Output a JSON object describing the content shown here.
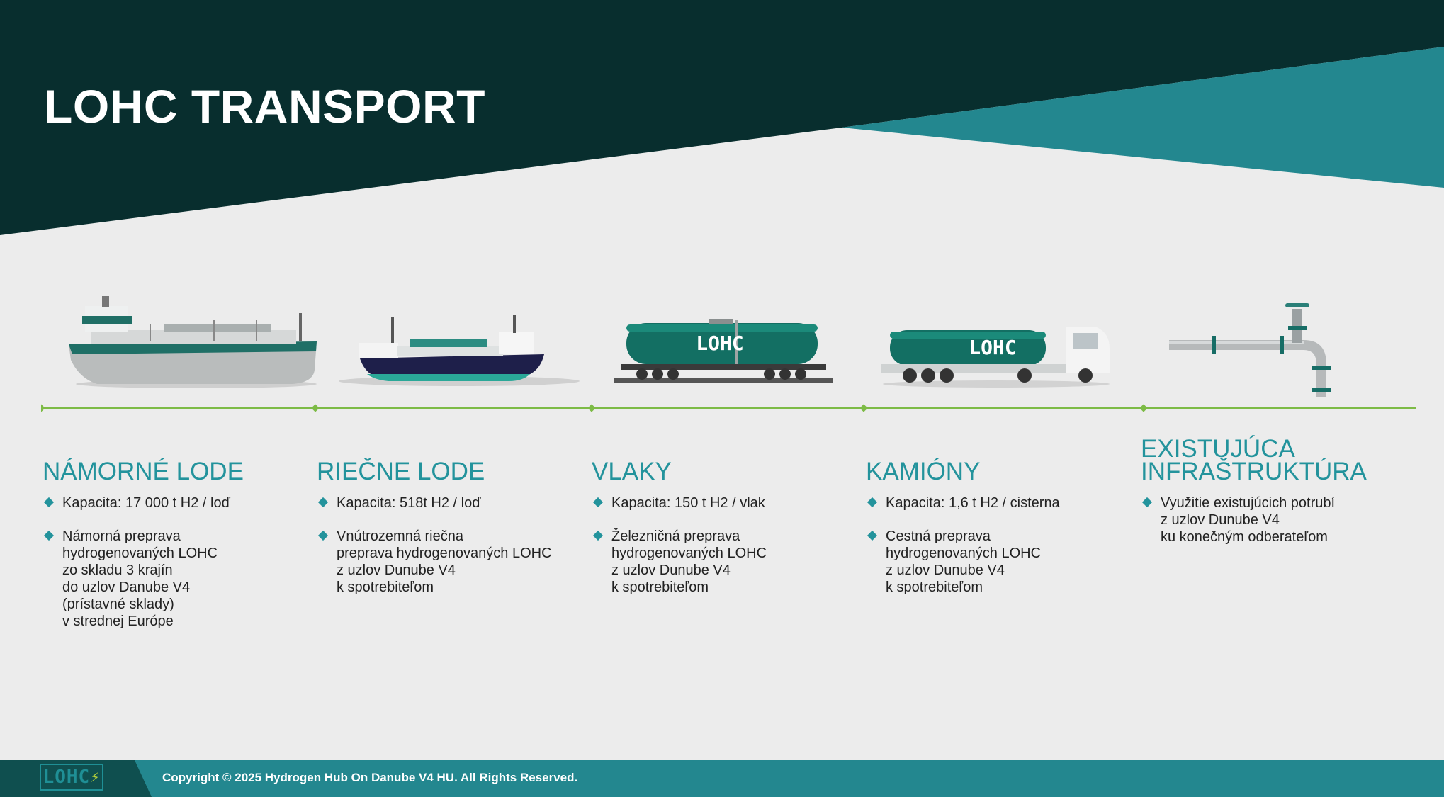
{
  "slide": {
    "title": "LOHC TRANSPORT",
    "colors": {
      "dark_band": "#082e2e",
      "teal_band": "#23878f",
      "background": "#ececec",
      "accent": "#23939c",
      "timeline": "#7dbb46"
    }
  },
  "columns": [
    {
      "heading": "NÁMORNÉ LODE",
      "illustration": "ship-icon",
      "bullets": [
        "Kapacita: 17 000 t H2 / loď",
        "Námorná preprava\nhydrogenovaných LOHC\nzo skladu 3 krajín\ndo uzlov Danube V4\n(prístavné sklady)\nv strednej Európe"
      ]
    },
    {
      "heading": "RIEČNE LODE",
      "illustration": "river-boat-icon",
      "bullets": [
        "Kapacita: 518t H2 / loď",
        "Vnútrozemná riečna\npreprava hydrogenovaných LOHC\nz uzlov Dunube V4\nk spotrebiteľom"
      ]
    },
    {
      "heading": "VLAKY",
      "illustration": "rail-tank-car-icon",
      "bullets": [
        "Kapacita: 150 t H2 / vlak",
        "Železničná preprava\nhydrogenovaných LOHC\nz uzlov Dunube V4\nk spotrebiteľom"
      ]
    },
    {
      "heading": "KAMIÓNY",
      "illustration": "tanker-truck-icon",
      "bullets": [
        "Kapacita: 1,6 t H2 / cisterna",
        "Cestná preprava\nhydrogenovaných LOHC\nz uzlov Dunube V4\nk spotrebiteľom"
      ]
    },
    {
      "heading": "EXISTUJÚCA\nINFRAŠTRUKTÚRA",
      "illustration": "pipeline-valve-icon",
      "bullets": [
        "Využitie existujúcich potrubí\nz uzlov Dunube V4\nku konečným odberateľom"
      ]
    }
  ],
  "tank_label": "LOHC",
  "footer": {
    "logo_text": "LOHC",
    "copyright": "Copyright © 2025 Hydrogen Hub On Danube V4 HU. All Rights Reserved."
  }
}
